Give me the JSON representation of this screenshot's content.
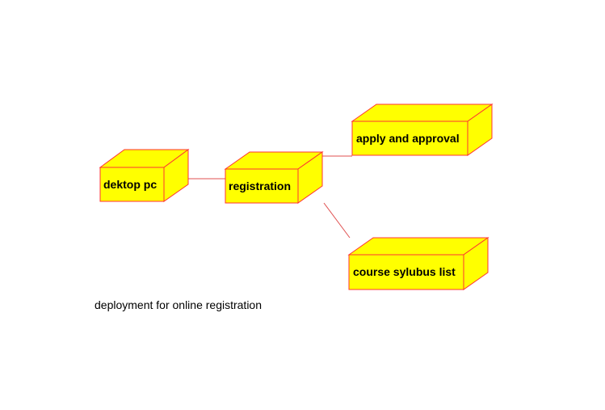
{
  "colors": {
    "node_fill": "#ffff00",
    "node_stroke": "#ff3333",
    "connector": "#e05050",
    "text": "#000000",
    "background": "#ffffff"
  },
  "diagram": {
    "nodes": [
      {
        "id": "desktop-pc",
        "label": "dektop pc"
      },
      {
        "id": "registration",
        "label": "registration"
      },
      {
        "id": "apply-and-approval",
        "label": "apply and approval"
      },
      {
        "id": "course-sylubus-list",
        "label": "course sylubus list"
      }
    ],
    "connections": [
      {
        "from": "desktop-pc",
        "to": "registration"
      },
      {
        "from": "registration",
        "to": "apply-and-approval"
      },
      {
        "from": "registration",
        "to": "course-sylubus-list"
      }
    ],
    "caption": "deployment for online registration"
  }
}
